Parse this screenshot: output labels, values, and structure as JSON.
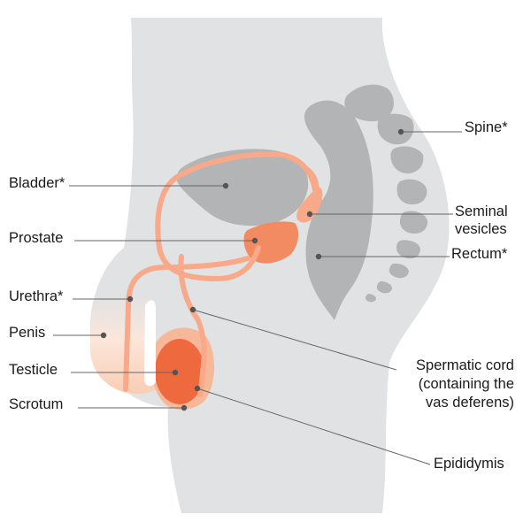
{
  "figure": {
    "colors": {
      "body": "#e1e2e3",
      "body_edge": "#d2d3d4",
      "organ": "#b3b4b6",
      "organ_dark": "#a4a5a7",
      "tract": "#f7a98a",
      "prostate": "#f28b62",
      "testicle": "#ee6a3e",
      "scrotum": "#f7b89a",
      "penis_gradient_start": "#fbe3d6",
      "leader": "#666666"
    },
    "labels": {
      "bladder": "Bladder*",
      "prostate": "Prostate",
      "urethra": "Urethra*",
      "penis": "Penis",
      "testicle": "Testicle",
      "scrotum": "Scrotum",
      "spine": "Spine*",
      "seminal_vesicles_1": "Seminal",
      "seminal_vesicles_2": "vesicles",
      "rectum": "Rectum*",
      "spermatic_cord_1": "Spermatic cord",
      "spermatic_cord_2": "(containing the",
      "spermatic_cord_3": "vas deferens)",
      "epididymis": "Epididymis"
    }
  }
}
